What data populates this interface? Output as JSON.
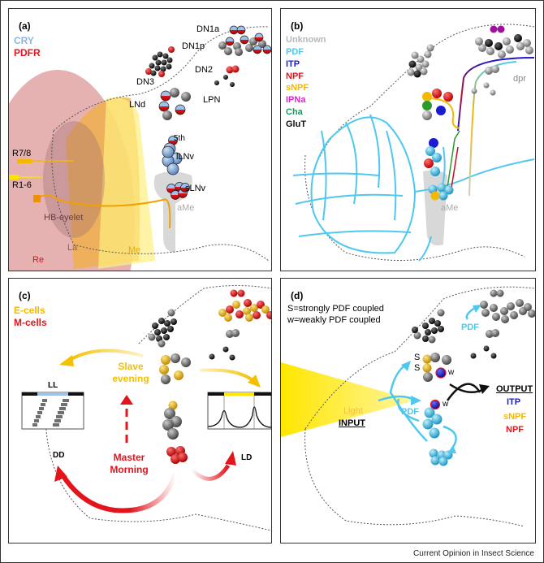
{
  "credit": "Current Opinion in Insect Science",
  "panel_a": {
    "tag": "(a)",
    "legend": [
      {
        "label": "CRY",
        "color": "#8fb4e0"
      },
      {
        "label": "PDFR",
        "color": "#e3141b"
      }
    ],
    "clusters": [
      "DN1a",
      "DN1p",
      "DN2",
      "DN3",
      "LPN",
      "LNd",
      "5th",
      "lLNv",
      "sLNv",
      "aMe"
    ],
    "regions": [
      "Re",
      "La",
      "Me",
      "HB-eyelet"
    ],
    "receptors": [
      "R7/8",
      "R1-6"
    ]
  },
  "panel_b": {
    "tag": "(b)",
    "legend": [
      {
        "label": "Unknown",
        "color": "#b8b8b8"
      },
      {
        "label": "PDF",
        "color": "#4fc8f0"
      },
      {
        "label": "ITP",
        "color": "#1a1ad0"
      },
      {
        "label": "NPF",
        "color": "#e3141b"
      },
      {
        "label": "sNPF",
        "color": "#f5b800"
      },
      {
        "label": "IPNa",
        "color": "#e020d0"
      },
      {
        "label": "Cha",
        "color": "#12a060"
      },
      {
        "label": "GluT",
        "color": "#111111"
      }
    ],
    "labels": [
      "dpr",
      "aMe"
    ]
  },
  "panel_c": {
    "tag": "(c)",
    "legend": [
      {
        "label": "E-cells",
        "color": "#f5b800"
      },
      {
        "label": "M-cells",
        "color": "#e3141b"
      }
    ],
    "slave": [
      "Slave",
      "evening"
    ],
    "master": [
      "Master",
      "Morning"
    ],
    "conditions": {
      "ll": "LL",
      "dd": "DD",
      "ld": "LD"
    }
  },
  "panel_d": {
    "tag": "(d)",
    "notes": [
      "S=strongly PDF coupled",
      "w=weakly PDF coupled"
    ],
    "pdf_labels": [
      "PDF",
      "PDF"
    ],
    "s_label": "S",
    "w_label": "w",
    "light": "Light",
    "input": "INPUT",
    "output_title": "OUTPUT",
    "outputs": [
      {
        "label": "ITP",
        "color": "#1a1ad0"
      },
      {
        "label": "sNPF",
        "color": "#f5b800"
      },
      {
        "label": "NPF",
        "color": "#e3141b"
      }
    ]
  }
}
